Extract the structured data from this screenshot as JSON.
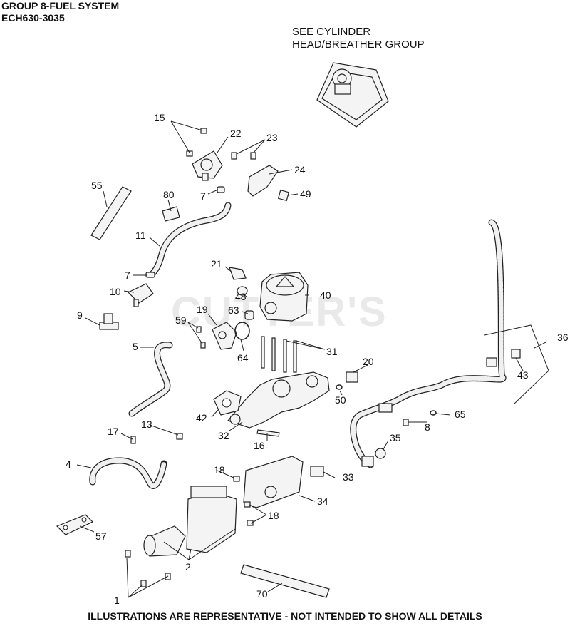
{
  "header": {
    "title_line1": "GROUP 8-FUEL SYSTEM",
    "title_line2": "ECH630-3035"
  },
  "note": {
    "line1": "SEE CYLINDER",
    "line2": "HEAD/BREATHER GROUP"
  },
  "watermark": "CUTTER'S",
  "footer": "ILLUSTRATIONS ARE REPRESENTATIVE - NOT INTENDED TO SHOW ALL DETAILS",
  "callouts": {
    "c1": "1",
    "c2": "2",
    "c4": "4",
    "c5": "5",
    "c7a": "7",
    "c7b": "7",
    "c8": "8",
    "c9": "9",
    "c10": "10",
    "c11": "11",
    "c13": "13",
    "c15": "15",
    "c16": "16",
    "c17": "17",
    "c18a": "18",
    "c18b": "18",
    "c19": "19",
    "c20": "20",
    "c21": "21",
    "c22": "22",
    "c23": "23",
    "c24": "24",
    "c31": "31",
    "c32": "32",
    "c33": "33",
    "c34": "34",
    "c35": "35",
    "c36": "36",
    "c40": "40",
    "c42": "42",
    "c43": "43",
    "c48": "48",
    "c49": "49",
    "c50": "50",
    "c55": "55",
    "c57": "57",
    "c59": "59",
    "c63": "63",
    "c64": "64",
    "c65": "65",
    "c70": "70",
    "c80": "80"
  }
}
